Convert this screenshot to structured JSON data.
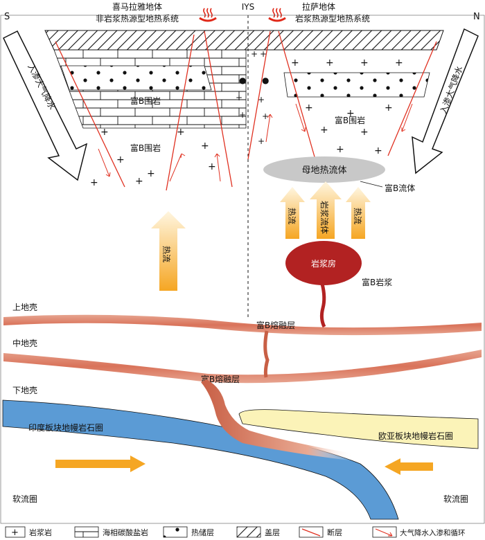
{
  "header": {
    "south": "S",
    "north": "N",
    "suture": "IYS",
    "left_block": "喜马拉雅地体",
    "left_system": "非岩浆热源型地热系统",
    "right_block": "拉萨地体",
    "right_system": "岩浆热源型地热系统"
  },
  "upper": {
    "left_recharge": "入渗大气降水",
    "right_recharge": "入渗大气降水",
    "rich_b_rock_1": "富B围岩",
    "rich_b_rock_2": "富B围岩",
    "rich_b_rock_3": "富B围岩",
    "parent_fluid": "母地热流体",
    "rich_b_fluid": "富B流体",
    "heat_flow_left": "热流",
    "heat_flow_a": "热流",
    "magma_flow": "岩浆流体",
    "heat_flow_b": "热流",
    "magma_chamber": "岩浆房",
    "rich_b_magma": "富B岩浆"
  },
  "lower": {
    "upper_crust": "上地壳",
    "middle_crust": "中地壳",
    "lower_crust": "下地壳",
    "melt_layer_1": "富B熔融层",
    "melt_layer_2": "富B熔融层",
    "indian_lithosphere": "印度板块地幔岩石圈",
    "eurasian_lithosphere": "欧亚板块地幔岩石圈",
    "asthenosphere_left": "软流圈",
    "asthenosphere_right": "软流圈"
  },
  "legend": [
    {
      "key": "igneous",
      "label": "岩浆岩"
    },
    {
      "key": "carbonate",
      "label": "海相碳酸盐岩"
    },
    {
      "key": "reservoir",
      "label": "热储层"
    },
    {
      "key": "caprock",
      "label": "盖层"
    },
    {
      "key": "fault",
      "label": "断层"
    },
    {
      "key": "infiltration",
      "label": "大气降水入渗和循环"
    }
  ],
  "colors": {
    "fault": "#e03020",
    "crust_band": "#d9826a",
    "indian_plate": "#5b9bd5",
    "eurasian_plate": "#fbf3b8",
    "magma": "#b22222",
    "heat_arrow_top": "#fff3d6",
    "heat_arrow_bottom": "#f5a623",
    "fluid_ellipse": "#c8c8c8",
    "push_arrow": "#f5a623"
  }
}
